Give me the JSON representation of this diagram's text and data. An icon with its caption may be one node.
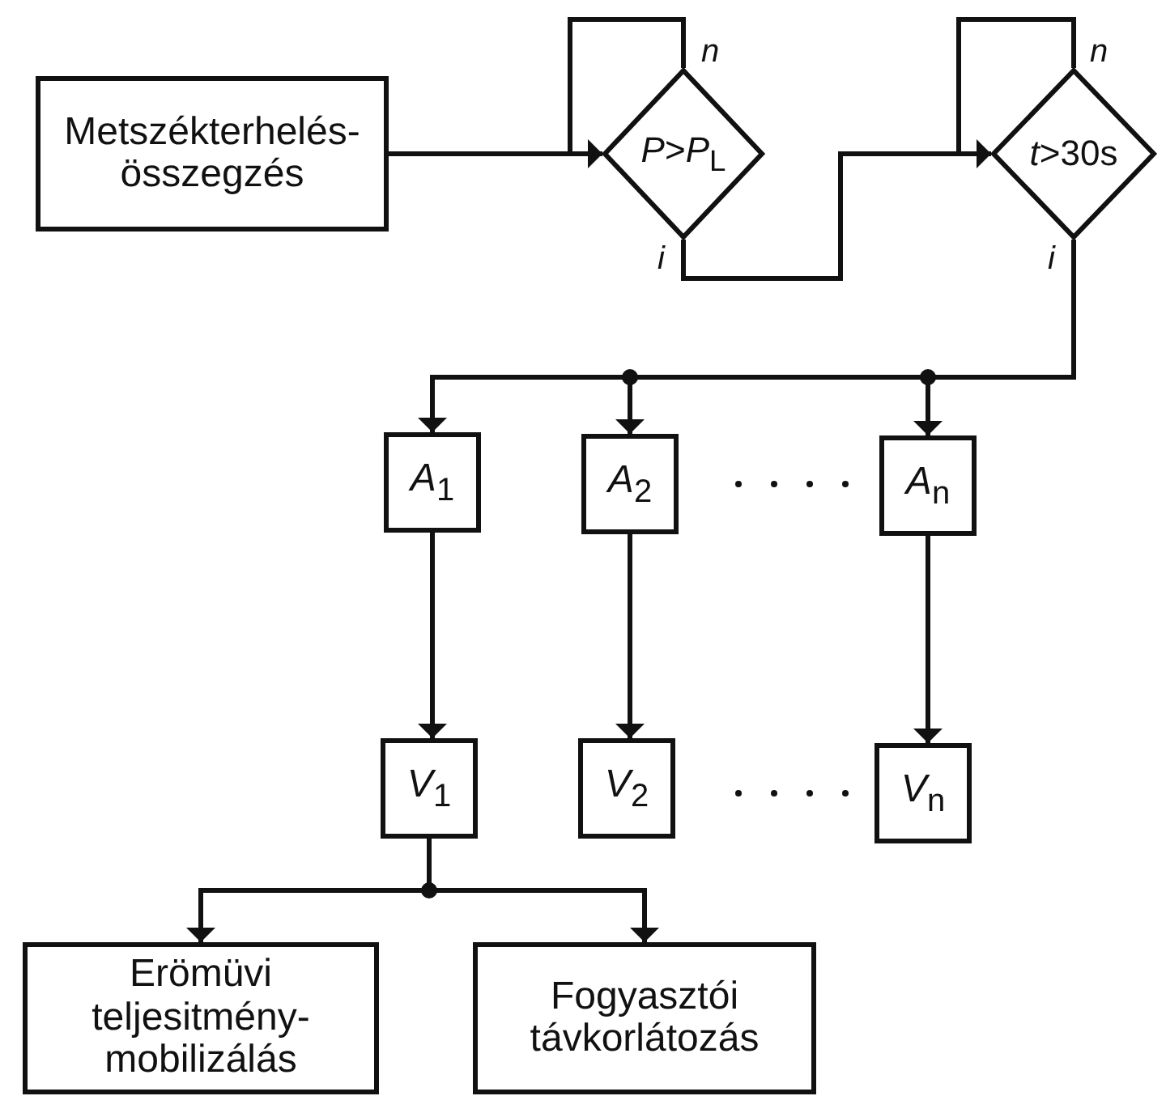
{
  "diagram": {
    "nodes": [
      {
        "text": [
          "Metszékterhelés- összegzés"
        ]
      },
      {
        "text": [
          "*P*>*P*$_{L}$"
        ]
      },
      {
        "text": [
          "*t*>30s"
        ]
      },
      {
        "text": [
          "*A*$_{1}$"
        ]
      },
      {
        "text": [
          "*A*$_{2}$"
        ]
      },
      {
        "text": [
          "*A*$_{n}$"
        ]
      },
      {
        "text": [
          "*V*$_{1}$"
        ]
      },
      {
        "text": [
          "*V*$_{2}$"
        ]
      },
      {
        "text": [
          "*V*$_{n}$"
        ]
      },
      {
        "text": [
          "Erömüvi teljesitmény- mobilizálás"
        ]
      },
      {
        "text": [
          "Fogyasztói távkorlátozás"
        ]
      }
    ],
    "edges": [
      {
        "from": 0,
        "to": 1,
        "arrow": "none"
      },
      {
        "from": 1,
        "to": 1,
        "arrow": "to",
        "label": "n"
      },
      {
        "from": 1,
        "to": 2,
        "arrow": "none",
        "label": "i"
      },
      {
        "from": 2,
        "to": 2,
        "arrow": "to",
        "label": "n"
      },
      {
        "from": 2,
        "to": 3,
        "arrow": "to",
        "label": "i"
      },
      {
        "from": 2,
        "to": 4,
        "arrow": "to"
      },
      {
        "from": 2,
        "to": 5,
        "arrow": "to"
      },
      {
        "from": 3,
        "to": 6,
        "arrow": "to"
      },
      {
        "from": 4,
        "to": 7,
        "arrow": "to"
      },
      {
        "from": 5,
        "to": 8,
        "arrow": "to"
      },
      {
        "from": 6,
        "to": 9,
        "arrow": "to"
      },
      {
        "from": 6,
        "to": 10,
        "arrow": "to"
      }
    ]
  }
}
